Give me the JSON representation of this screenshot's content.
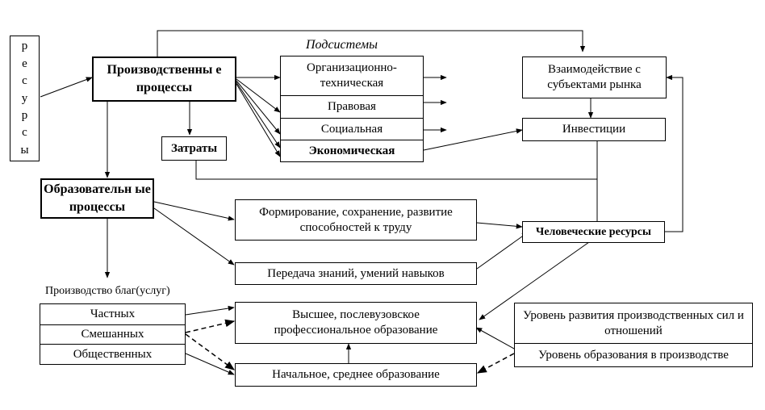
{
  "resources": [
    "р",
    "е",
    "с",
    "у",
    "р",
    "с",
    "ы"
  ],
  "production_processes": "Производственны е процессы",
  "costs": "Затраты",
  "educational_processes": "Образовательн ые процессы",
  "subsystems_title": "Подсистемы",
  "subsystems": {
    "org_tech": "Организационно-техническая",
    "legal": "Правовая",
    "social": "Социальная",
    "economic": "Экономическая"
  },
  "market_interaction": "Взаимодействие с субъектами рынка",
  "investments": "Инвестиции",
  "human_resources": "Человеческие ресурсы",
  "abilities": "Формирование, сохранение, развитие способностей к труду",
  "knowledge_transfer": "Передача знаний, умений навыков",
  "goods_title": "Производство благ(услуг)",
  "goods": {
    "private": "Частных",
    "mixed": "Смешанных",
    "public": "Общественных"
  },
  "higher_education": "Высшее, послевузовское профессиональное образование",
  "basic_education": "Начальное, среднее образование",
  "dev_level": "Уровень развития производственных сил и отношений",
  "edu_level": "Уровень образования в производстве"
}
